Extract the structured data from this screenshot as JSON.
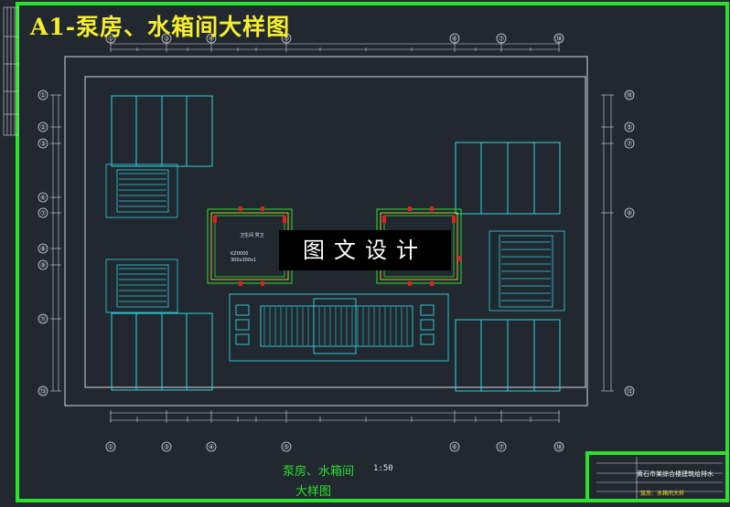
{
  "drawing": {
    "title": "A1-泵房、水箱间大样图",
    "watermark": "图文设计",
    "caption_main": "泵房、水箱间",
    "caption_sub": "大样图",
    "scale": "1:50"
  },
  "axes": {
    "top": [
      "①",
      "③",
      "④",
      "⑤",
      "⑥",
      "⑦",
      "⑱"
    ],
    "bottom": [
      "①",
      "③",
      "④",
      "⑤",
      "⑥",
      "⑦",
      "⑱"
    ],
    "left": [
      "①",
      "②",
      "③",
      "⑥",
      "⑦",
      "⑧",
      "⑨",
      "⑪",
      "⑬"
    ],
    "right": [
      "⑯",
      "⑤",
      "⑦",
      "⑨",
      "⑬"
    ]
  },
  "rooms": {
    "left_label_1": "卫生间  男卫",
    "left_label_2": "KZ0000",
    "left_label_3": "300x300x1"
  },
  "title_block": {
    "project": "黄石市某综合楼建筑给排水",
    "drawing": "泵房、水箱间大样"
  },
  "colors": {
    "background": "#212830",
    "frame": "#2ee02e",
    "title": "#f5ee2a",
    "walls": "#d8d8d8",
    "equipment": "#2fd4e0",
    "columns": "#e02020"
  }
}
